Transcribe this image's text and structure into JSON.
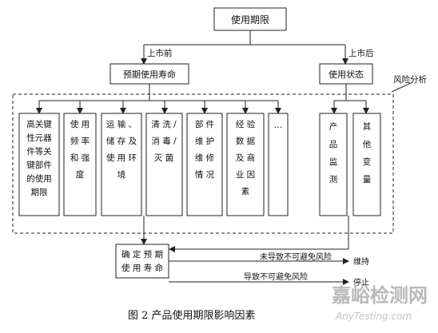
{
  "nodes": {
    "usage_limit": "使用期限",
    "expected_life": "预期使用寿命",
    "usage_status": "使用状态",
    "col1": [
      "高 关 键",
      "性 元 器",
      "件 等 关",
      "键 部 件",
      "的 使 用",
      "期 限"
    ],
    "col1_raw": "高关键性元器件等关键部件的使用期限",
    "col2": [
      "使 用",
      "频 率",
      "和 强",
      "度"
    ],
    "col3": [
      "运 输 、",
      "储 存 及",
      "使 用 环",
      "境"
    ],
    "col4": [
      "清 洗 /",
      "消 毒 /",
      "灭 菌"
    ],
    "col5": [
      "部 件",
      "维 护",
      "维 修",
      "情 况"
    ],
    "col6": [
      "经 验",
      "数 据",
      "及 商",
      "业 因",
      "素"
    ],
    "col7": "…",
    "col8": [
      "产",
      "品",
      "监",
      "测"
    ],
    "col9": [
      "其",
      "他",
      "变",
      "量"
    ],
    "confirm": [
      "确 定 预 期",
      "使 用 寿 命"
    ]
  },
  "labels": {
    "before_market": "上市前",
    "after_market": "上市后",
    "risk_analysis": "风险分析",
    "no_risk": "未导致不可避免风险",
    "risk": "导致不可避免风险",
    "maintain": "维持",
    "stop": "停止"
  },
  "caption": "图 2  产品使用期限影响因素",
  "watermark": {
    "cn": "嘉峪检测网",
    "en": "AnyTesting.com"
  }
}
